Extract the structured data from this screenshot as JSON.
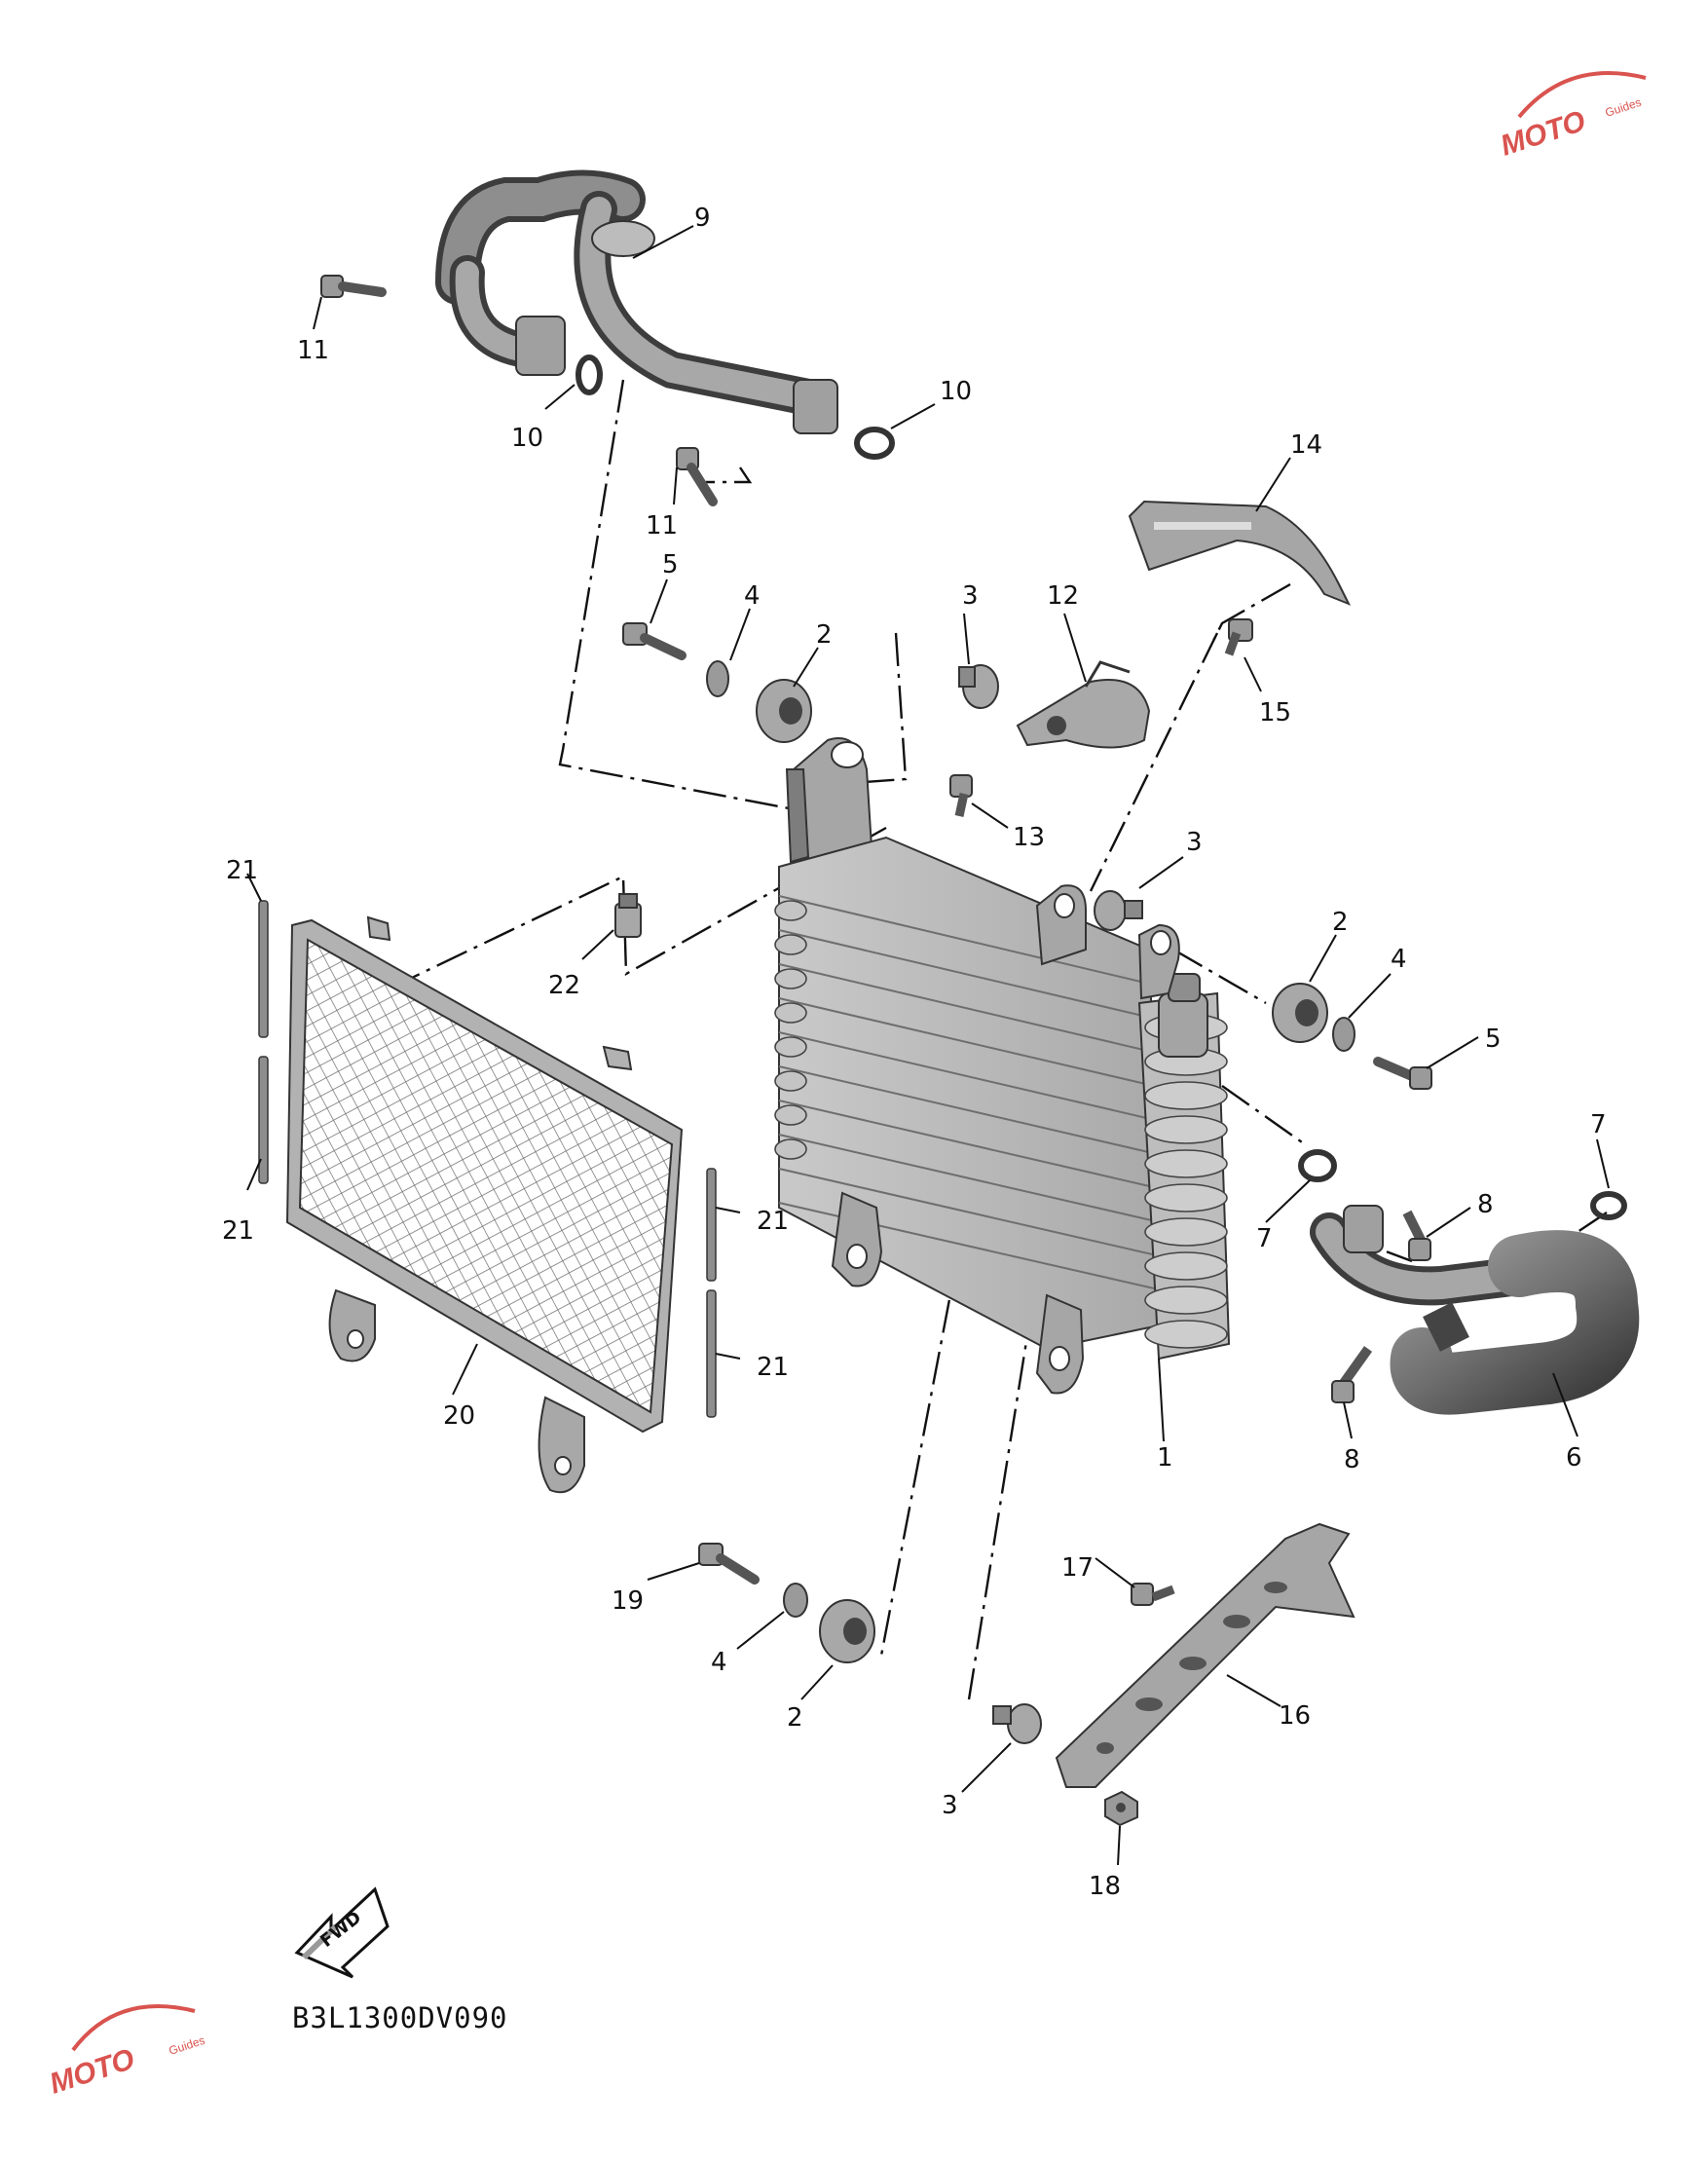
{
  "diagram": {
    "code": "B3L1300DV090",
    "fwd_label": "FWD",
    "labels": [
      "1",
      "2",
      "2",
      "2",
      "3",
      "3",
      "3",
      "4",
      "4",
      "4",
      "5",
      "5",
      "6",
      "7",
      "7",
      "8",
      "8",
      "9",
      "10",
      "10",
      "11",
      "11",
      "12",
      "13",
      "14",
      "15",
      "16",
      "17",
      "18",
      "19",
      "20",
      "21",
      "21",
      "21",
      "21",
      "22"
    ]
  },
  "watermark": {
    "brand": "MOTO",
    "sub": "Guides",
    "color": "#d9534f"
  },
  "colors": {
    "part_fill": "#b9b9b9",
    "part_dark": "#7a7a7a",
    "line": "#111111"
  }
}
